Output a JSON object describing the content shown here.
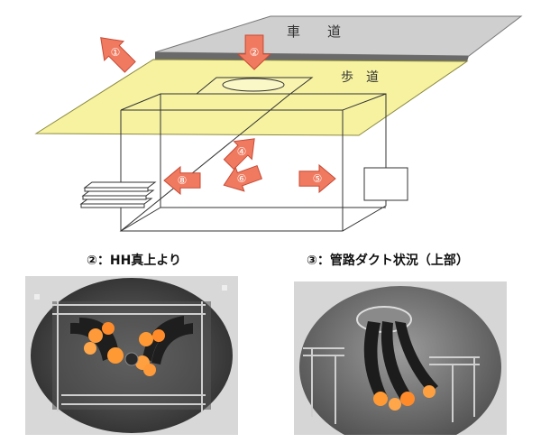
{
  "diagram": {
    "road_label": "車　　道",
    "sidewalk_label": "歩　道",
    "arrows": [
      "①",
      "②",
      "④",
      "⑥",
      "⑧",
      "⑤"
    ],
    "colors": {
      "road": "#cfcfcf",
      "sidewalk": "#f6f2a0",
      "arrow_fill": "#f07a60",
      "arrow_stroke": "#c84a35",
      "frame_stroke": "#333333"
    }
  },
  "captions": {
    "photo_left": "②：HH真上より",
    "photo_right": "③：管路ダクト状況（上部）"
  }
}
